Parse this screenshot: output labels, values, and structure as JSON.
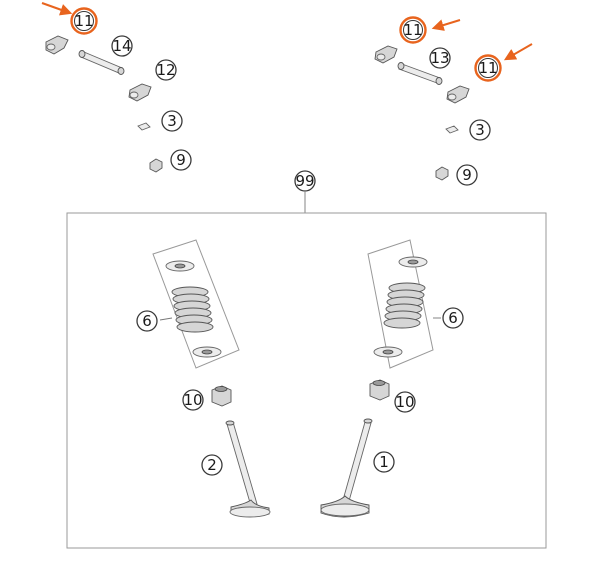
{
  "diagram": {
    "callouts": {
      "rocker_left": "11",
      "rocker_right_top": "11",
      "rocker_right_bottom": "11",
      "shaft_left": "14",
      "shaft_right": "13",
      "rocker_left_lower": "12",
      "pad_left": "3",
      "pad_right": "3",
      "keeper_left": "9",
      "keeper_right": "9",
      "assembly": "99",
      "spring_left": "6",
      "spring_right": "6",
      "seal_left": "10",
      "seal_right": "10",
      "valve_left": "2",
      "valve_right": "1"
    },
    "colors": {
      "highlight": "#e8641e",
      "outline": "#3a3a3a"
    }
  }
}
